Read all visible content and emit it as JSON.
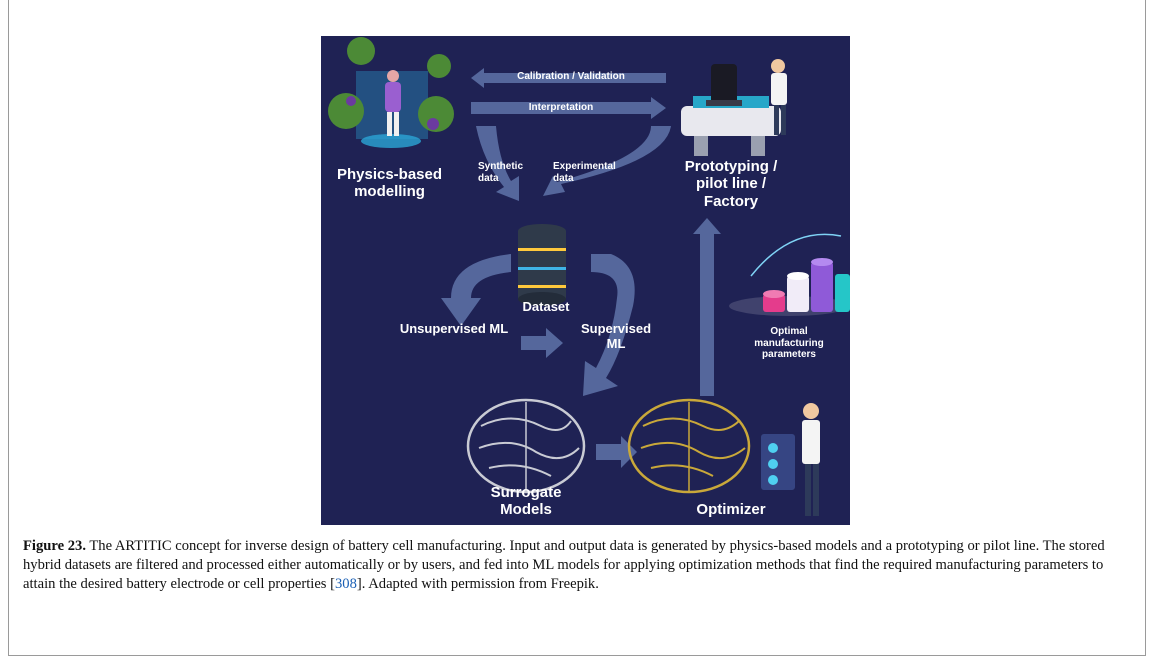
{
  "diagram": {
    "arrow_top": "Calibration / Validation",
    "arrow_mid": "Interpretation",
    "physics": "Physics-based modelling",
    "prototyping": "Prototyping / pilot line / Factory",
    "synthetic": "Synthetic data",
    "experimental": "Experimental data",
    "dataset": "Dataset",
    "unsupervised": "Unsupervised ML",
    "supervised": "Supervised ML",
    "optimal": "Optimal manufacturing parameters",
    "surrogate": "Surrogate Models",
    "optimizer": "Optimizer"
  },
  "caption": {
    "label": "Figure 23.",
    "text_before_ref": " The ARTITIC concept for inverse design of battery cell manufacturing. Input and output data is generated by physics-based models and a prototyping or pilot line. The stored hybrid datasets are filtered and processed either automatically or by users, and fed into ML models for applying optimization methods that find the required manufacturing parameters to attain the desired battery electrode or cell properties [",
    "ref": "308",
    "text_after_ref": "]. Adapted with permission from Freepik."
  },
  "colors": {
    "background": "#1f2254",
    "arrow": "#55679c",
    "brain_left": "#c9cbd4",
    "brain_right": "#c9a83a",
    "link": "#1a5fb4"
  }
}
